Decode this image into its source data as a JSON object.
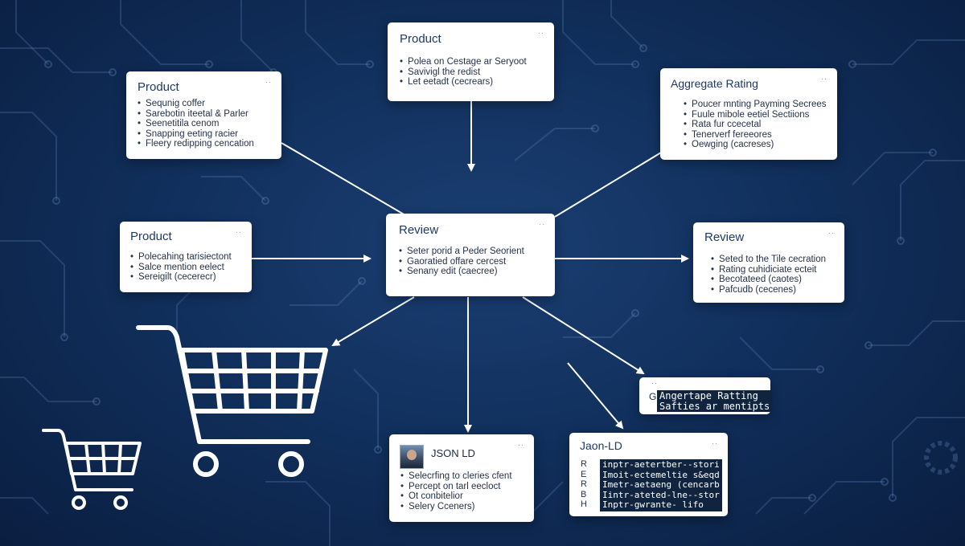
{
  "colors": {
    "background": "#11305d",
    "wire": "#ffffff",
    "card": "#ffffff",
    "title": "#1d3a66",
    "code_bg": "#10243f"
  },
  "cards": {
    "top_center": {
      "title": "Product",
      "dots": "··",
      "items": [
        "Polea on Cestage ar Seryoot",
        "Savivigl the redist",
        "Let eetadt (cecrears)"
      ]
    },
    "top_left": {
      "title": "Product",
      "dots": "··",
      "items": [
        "Sequnig coffer",
        "Sarebotin iteetal & Parler",
        "Seenetitila cenom",
        "Snapping eeting racier",
        "Fleery redipping cencation"
      ]
    },
    "top_right": {
      "title": "Aggregate Rating",
      "dots": "··",
      "items": [
        "Poucer mnting Payming Secrees",
        "Fuule mibole eetiel Sectiions",
        "Rata fur ccecetal",
        "Tenerverf fereeores",
        "Oewging (cacreses)"
      ]
    },
    "mid_left": {
      "title": "Product",
      "dots": "··",
      "items": [
        "Polecahing tarisiectont",
        "Salce mention eelect",
        "Sereigilt (cecerecr)"
      ]
    },
    "center": {
      "title": "Review",
      "dots": "··",
      "items": [
        "Seter porid a Peder Seorient",
        "Gaoratied offare cercest",
        "Senany edit (caecree)"
      ]
    },
    "mid_right": {
      "title": "Review",
      "dots": "··",
      "items": [
        "Seted to the Tile cecration",
        "Rating cuhidiciate ecteit",
        "Becotateed (caotes)",
        "Pafcudb (cecenes)"
      ]
    },
    "agg_small": {
      "dots": "··",
      "prefix": "G",
      "line1": "Angertape Ratting",
      "line2": "Safties ar mentipts"
    },
    "bottom_center": {
      "title": "JSON LD",
      "dots": "··",
      "items": [
        "Selecrfing to cleries cfent",
        "Percept on tarl eecloct",
        "Ot conbitelior",
        "Selery Cceners)"
      ]
    },
    "bottom_right": {
      "title": "Jaon-LD",
      "dots": "··",
      "bullets": [
        "R",
        "E",
        "R",
        "B",
        "H"
      ],
      "code": [
        "inptr-aetertber--stori",
        "Imoit-ectemeltie s&eqd",
        "Imetr-aetaeng (cencarb",
        "Iintr-ateted-lne--stor",
        "Inptr-gwrante- lifo"
      ]
    }
  },
  "carts": [
    {
      "name": "large-cart"
    },
    {
      "name": "small-cart"
    }
  ]
}
